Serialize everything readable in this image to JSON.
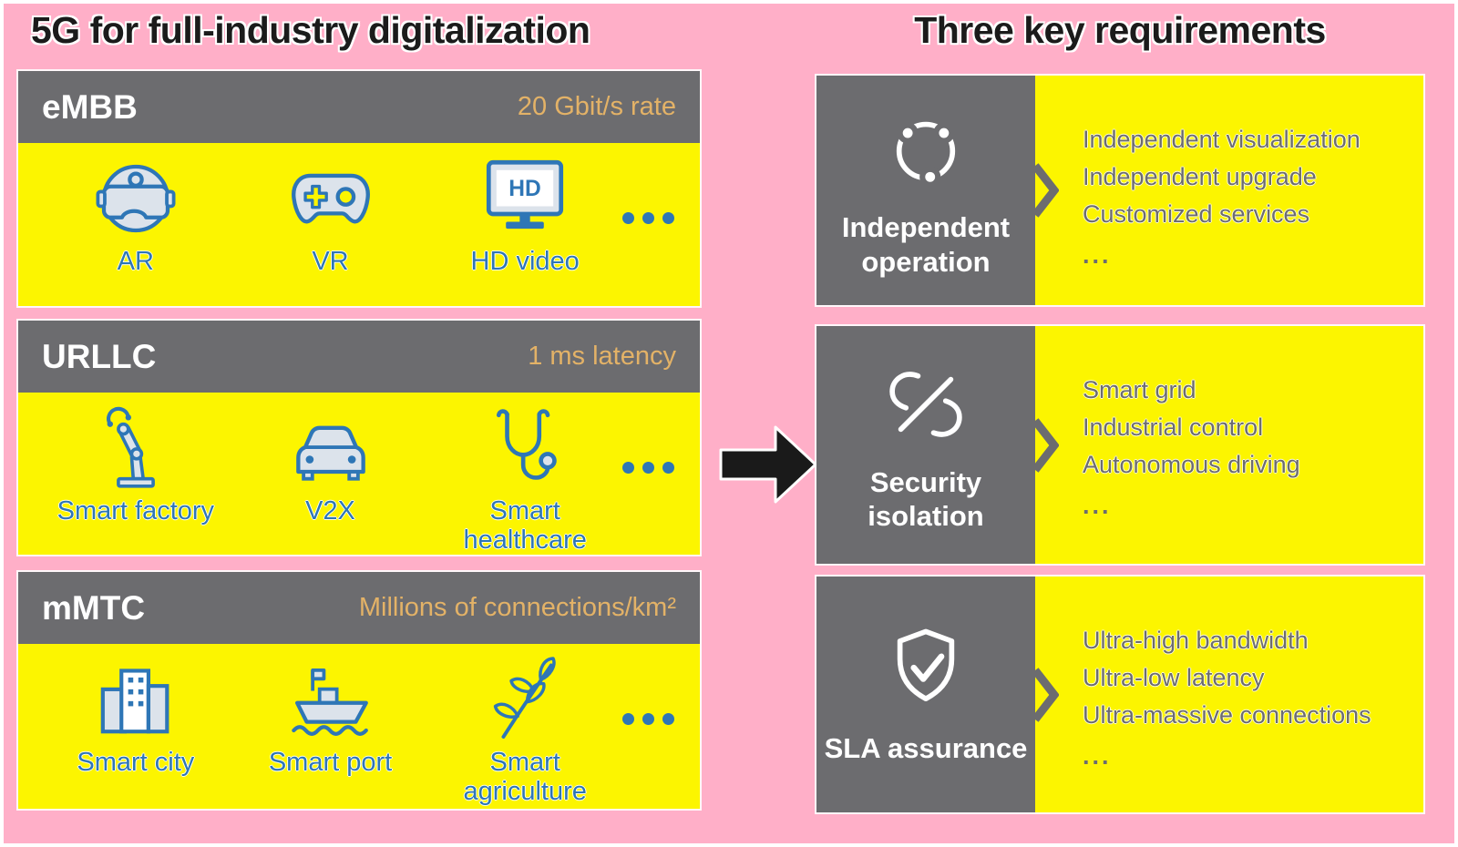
{
  "colors": {
    "pink_background": "#FFAFC8",
    "panel_yellow": "#FCF500",
    "panel_gray": "#6C6C6F",
    "icon_blue": "#2E76B6",
    "icon_fill_light": "#DCE3EB",
    "metric_gold": "#E3B267",
    "title_black": "#1B1B1B",
    "arrow_black": "#1A1A1A",
    "white": "#FFFFFF"
  },
  "left": {
    "title": "5G for full-industry digitalization",
    "panels": [
      {
        "name": "eMBB",
        "metric": "20 Gbit/s rate",
        "items": [
          {
            "icon": "ar-headset-icon",
            "label": "AR"
          },
          {
            "icon": "vr-gamepad-icon",
            "label": "VR"
          },
          {
            "icon": "hd-video-icon",
            "label": "HD video",
            "icon_text": "HD"
          }
        ],
        "more": "..."
      },
      {
        "name": "URLLC",
        "metric": "1 ms latency",
        "items": [
          {
            "icon": "robot-arm-icon",
            "label": "Smart factory"
          },
          {
            "icon": "car-icon",
            "label": "V2X"
          },
          {
            "icon": "stethoscope-icon",
            "label": "Smart healthcare"
          }
        ],
        "more": "..."
      },
      {
        "name": "mMTC",
        "metric": "Millions of connections/km²",
        "items": [
          {
            "icon": "buildings-icon",
            "label": "Smart city"
          },
          {
            "icon": "ship-icon",
            "label": "Smart port"
          },
          {
            "icon": "plant-branch-icon",
            "label": "Smart agriculture"
          }
        ],
        "more": "..."
      }
    ]
  },
  "right": {
    "title": "Three key requirements",
    "panels": [
      {
        "icon": "cycle-nodes-icon",
        "label": "Independent operation",
        "items": [
          "Independent visualization",
          "Independent upgrade",
          "Customized services"
        ],
        "more": "..."
      },
      {
        "icon": "broken-link-icon",
        "label": "Security isolation",
        "items": [
          "Smart grid",
          "Industrial control",
          "Autonomous driving"
        ],
        "more": "..."
      },
      {
        "icon": "shield-check-icon",
        "label": "SLA assurance",
        "items": [
          "Ultra-high bandwidth",
          "Ultra-low latency",
          "Ultra-massive connections"
        ],
        "more": "..."
      }
    ]
  }
}
